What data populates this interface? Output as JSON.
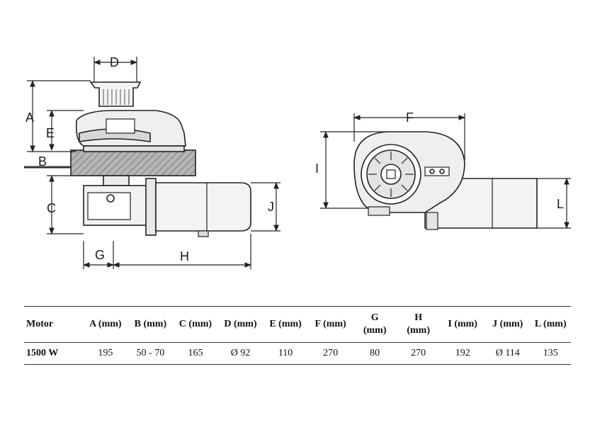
{
  "dimension_labels": {
    "A": "A",
    "B": "B",
    "C": "C",
    "D": "D",
    "E": "E",
    "F": "F",
    "G": "G",
    "H": "H",
    "I": "I",
    "J": "J",
    "L": "L"
  },
  "table": {
    "headers": [
      "Motor",
      "A (mm)",
      "B (mm)",
      "C (mm)",
      "D (mm)",
      "E (mm)",
      "F (mm)",
      "G\n(mm)",
      "H\n(mm)",
      "I (mm)",
      "J (mm)",
      "L (mm)"
    ],
    "rows": [
      [
        "1500 W",
        "195",
        "50 - 70",
        "165",
        "Ø 92",
        "110",
        "270",
        "80",
        "270",
        "192",
        "Ø 114",
        "135"
      ]
    ]
  }
}
